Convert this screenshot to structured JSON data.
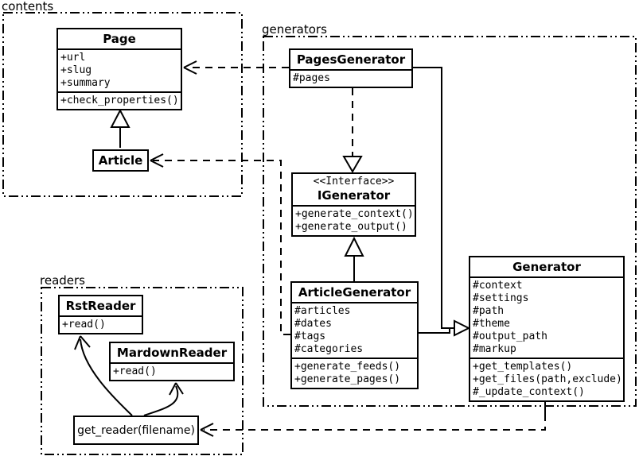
{
  "diagram": {
    "background_color": "#ffffff",
    "line_color": "#000000",
    "packages": {
      "contents": {
        "label": "contents"
      },
      "generators": {
        "label": "generators"
      },
      "readers": {
        "label": "readers"
      }
    },
    "classes": {
      "page": {
        "name": "Page",
        "attributes": [
          "+url",
          "+slug",
          "+summary"
        ],
        "methods": [
          "+check_properties()"
        ]
      },
      "article": {
        "name": "Article",
        "attributes": [],
        "methods": []
      },
      "pages_generator": {
        "name": "PagesGenerator",
        "attributes": [
          "#pages"
        ],
        "methods": []
      },
      "igenerator": {
        "stereotype": "<<Interface>>",
        "name": "IGenerator",
        "attributes": [],
        "methods": [
          "+generate_context()",
          "+generate_output()"
        ]
      },
      "article_generator": {
        "name": "ArticleGenerator",
        "attributes": [
          "#articles",
          "#dates",
          "#tags",
          "#categories"
        ],
        "methods": [
          "+generate_feeds()",
          "+generate_pages()"
        ]
      },
      "generator": {
        "name": "Generator",
        "attributes": [
          "#context",
          "#settings",
          "#path",
          "#theme",
          "#output_path",
          "#markup"
        ],
        "methods": [
          "+get_templates()",
          "+get_files(path,exclude)",
          "#_update_context()"
        ]
      },
      "rst_reader": {
        "name": "RstReader",
        "attributes": [],
        "methods": [
          "+read()"
        ]
      },
      "mardown_reader": {
        "name": "MardownReader",
        "attributes": [],
        "methods": [
          "+read()"
        ]
      }
    },
    "nodes": {
      "get_reader": {
        "label": "get_reader(filename)"
      }
    },
    "relationships": [
      {
        "from": "Article",
        "to": "Page",
        "type": "generalization"
      },
      {
        "from": "PagesGenerator",
        "to": "Page",
        "type": "dependency"
      },
      {
        "from": "ArticleGenerator",
        "to": "Article",
        "type": "dependency"
      },
      {
        "from": "PagesGenerator",
        "to": "IGenerator",
        "type": "realization"
      },
      {
        "from": "ArticleGenerator",
        "to": "IGenerator",
        "type": "generalization"
      },
      {
        "from": "PagesGenerator",
        "to": "Generator",
        "type": "generalization"
      },
      {
        "from": "ArticleGenerator",
        "to": "Generator",
        "type": "generalization"
      },
      {
        "from": "Generator",
        "to": "get_reader(filename)",
        "type": "dependency"
      },
      {
        "from": "get_reader(filename)",
        "to": "RstReader",
        "type": "arrow"
      },
      {
        "from": "get_reader(filename)",
        "to": "MardownReader",
        "type": "arrow"
      }
    ]
  }
}
